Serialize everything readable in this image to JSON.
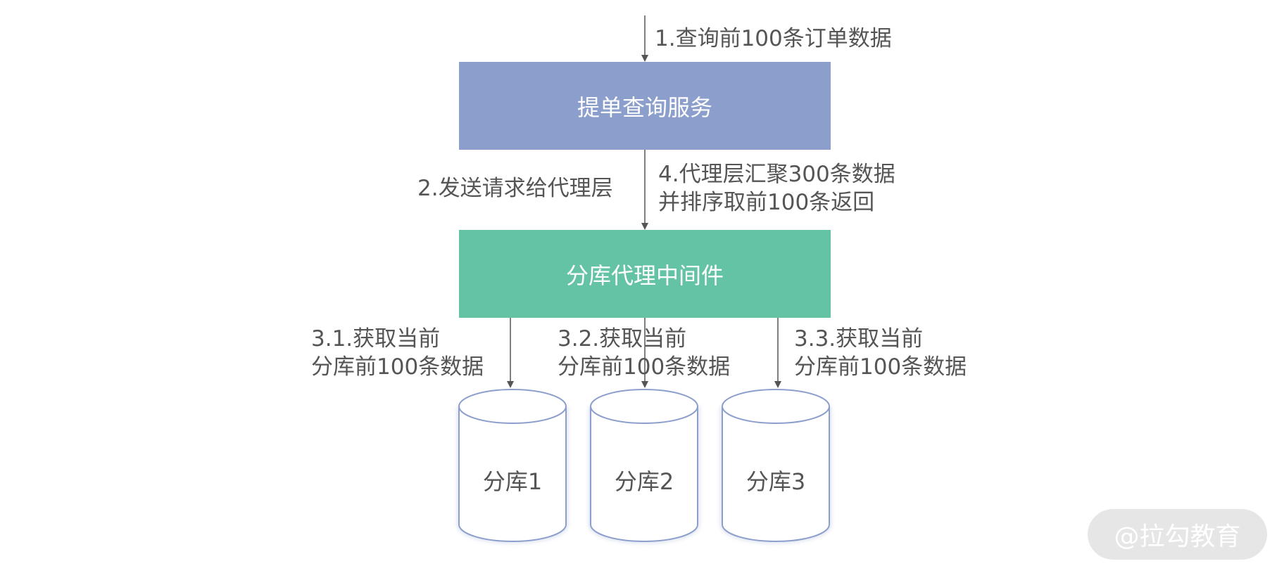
{
  "steps": {
    "step1": "1.查询前100条订单数据",
    "step2": "2.发送请求给代理层",
    "step4_line1": "4.代理层汇聚300条数据",
    "step4_line2": "并排序取前100条返回",
    "step31_line1": "3.1.获取当前",
    "step31_line2": "分库前100条数据",
    "step32_line1": "3.2.获取当前",
    "step32_line2": "分库前100条数据",
    "step33_line1": "3.3.获取当前",
    "step33_line2": "分库前100条数据"
  },
  "nodes": {
    "service": "提单查询服务",
    "middleware": "分库代理中间件",
    "db1": "分库1",
    "db2": "分库2",
    "db3": "分库3"
  },
  "watermark": "@拉勾教育",
  "colors": {
    "service_box": "#8c9fcc",
    "middleware_box": "#63c3a4",
    "db_stroke": "#8c9fcc",
    "arrow": "#555555",
    "text": "#555555"
  }
}
